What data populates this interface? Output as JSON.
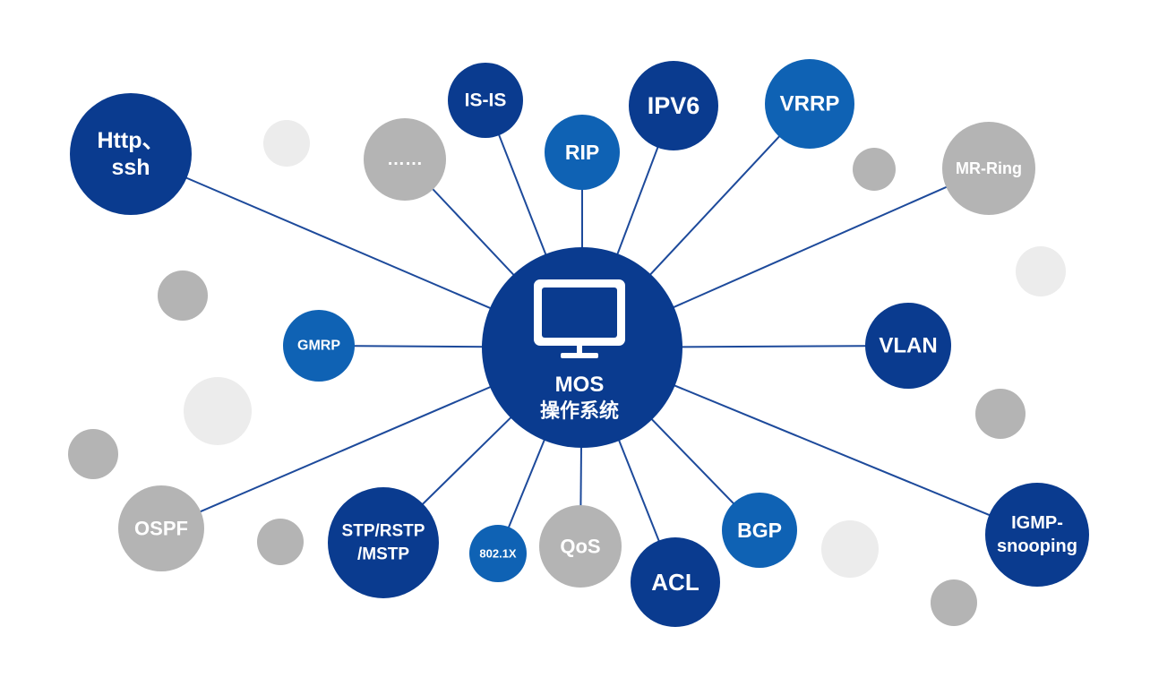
{
  "colors": {
    "navy": "#0a3b8f",
    "blue": "#0f62b4",
    "gray": "#b4b4b4",
    "light_gray": "#ececec",
    "line": "#1d4a9b",
    "white": "#ffffff"
  },
  "center": {
    "title": "MOS",
    "subtitle": "操作系统",
    "icon": "monitor-icon"
  },
  "nodes": [
    {
      "id": "http-ssh",
      "lines": [
        "Http、",
        "ssh"
      ],
      "color": "navy"
    },
    {
      "id": "ellipsis",
      "lines": [
        "……"
      ],
      "color": "gray"
    },
    {
      "id": "is-is",
      "lines": [
        "IS-IS"
      ],
      "color": "navy"
    },
    {
      "id": "rip",
      "lines": [
        "RIP"
      ],
      "color": "blue"
    },
    {
      "id": "ipv6",
      "lines": [
        "IPV6"
      ],
      "color": "navy"
    },
    {
      "id": "vrrp",
      "lines": [
        "VRRP"
      ],
      "color": "blue"
    },
    {
      "id": "mr-ring",
      "lines": [
        "MR-Ring"
      ],
      "color": "gray"
    },
    {
      "id": "gmrp",
      "lines": [
        "GMRP"
      ],
      "color": "blue"
    },
    {
      "id": "vlan",
      "lines": [
        "VLAN"
      ],
      "color": "navy"
    },
    {
      "id": "ospf",
      "lines": [
        "OSPF"
      ],
      "color": "gray"
    },
    {
      "id": "stp",
      "lines": [
        "STP/RSTP",
        "/MSTP"
      ],
      "color": "navy"
    },
    {
      "id": "dot1x",
      "lines": [
        "802.1X"
      ],
      "color": "blue"
    },
    {
      "id": "qos",
      "lines": [
        "QoS"
      ],
      "color": "gray"
    },
    {
      "id": "acl",
      "lines": [
        "ACL"
      ],
      "color": "navy"
    },
    {
      "id": "bgp",
      "lines": [
        "BGP"
      ],
      "color": "blue"
    },
    {
      "id": "igmp",
      "lines": [
        "IGMP-",
        "snooping"
      ],
      "color": "navy"
    }
  ]
}
